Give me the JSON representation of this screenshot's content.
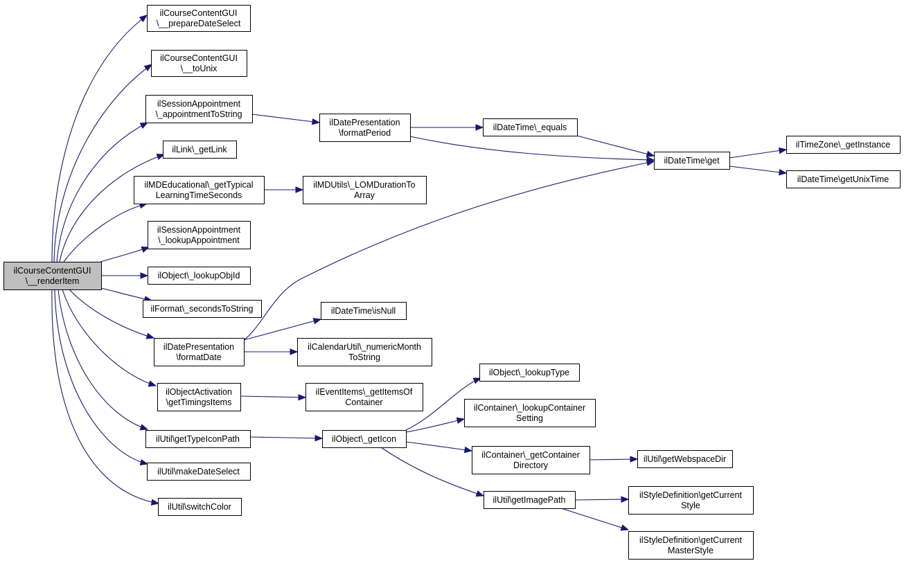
{
  "diagram": {
    "type": "call-graph",
    "colors": {
      "edge": "#191970",
      "root_fill": "#bfbfbf",
      "node_fill": "#ffffff",
      "border": "#000000"
    },
    "nodes": [
      {
        "id": "root",
        "lines": [
          "ilCourseContentGUI",
          "\\__renderItem"
        ],
        "root": true
      },
      {
        "id": "n1",
        "lines": [
          "ilCourseContentGUI",
          "\\__prepareDateSelect"
        ]
      },
      {
        "id": "n2",
        "lines": [
          "ilCourseContentGUI",
          "\\__toUnix"
        ]
      },
      {
        "id": "n3",
        "lines": [
          "ilSessionAppointment",
          "\\_appointmentToString"
        ]
      },
      {
        "id": "n4",
        "lines": [
          "ilLink\\_getLink"
        ]
      },
      {
        "id": "n5",
        "lines": [
          "ilMDEducational\\_getTypical",
          "LearningTimeSeconds"
        ]
      },
      {
        "id": "n6",
        "lines": [
          "ilSessionAppointment",
          "\\_lookupAppointment"
        ]
      },
      {
        "id": "n7",
        "lines": [
          "ilObject\\_lookupObjId"
        ]
      },
      {
        "id": "n8",
        "lines": [
          "ilFormat\\_secondsToString"
        ]
      },
      {
        "id": "n9",
        "lines": [
          "ilDatePresentation",
          "\\formatDate"
        ]
      },
      {
        "id": "n10",
        "lines": [
          "ilObjectActivation",
          "\\getTimingsItems"
        ]
      },
      {
        "id": "n11",
        "lines": [
          "ilUtil\\getTypeIconPath"
        ]
      },
      {
        "id": "n12",
        "lines": [
          "ilUtil\\makeDateSelect"
        ]
      },
      {
        "id": "n13",
        "lines": [
          "ilUtil\\switchColor"
        ]
      },
      {
        "id": "n14",
        "lines": [
          "ilDatePresentation",
          "\\formatPeriod"
        ]
      },
      {
        "id": "n15",
        "lines": [
          "ilMDUtils\\_LOMDurationTo",
          "Array"
        ]
      },
      {
        "id": "n16",
        "lines": [
          "ilDateTime\\isNull"
        ]
      },
      {
        "id": "n17",
        "lines": [
          "ilCalendarUtil\\_numericMonth",
          "ToString"
        ]
      },
      {
        "id": "n18",
        "lines": [
          "ilEventItems\\_getItemsOf",
          "Container"
        ]
      },
      {
        "id": "n19",
        "lines": [
          "ilObject\\_getIcon"
        ]
      },
      {
        "id": "n20",
        "lines": [
          "ilDateTime\\_equals"
        ]
      },
      {
        "id": "n21",
        "lines": [
          "ilDateTime\\get"
        ]
      },
      {
        "id": "n22",
        "lines": [
          "ilObject\\_lookupType"
        ]
      },
      {
        "id": "n23",
        "lines": [
          "ilContainer\\_lookupContainer",
          "Setting"
        ]
      },
      {
        "id": "n24",
        "lines": [
          "ilContainer\\_getContainer",
          "Directory"
        ]
      },
      {
        "id": "n25",
        "lines": [
          "ilUtil\\getImagePath"
        ]
      },
      {
        "id": "n26",
        "lines": [
          "ilTimeZone\\_getInstance"
        ]
      },
      {
        "id": "n27",
        "lines": [
          "ilDateTime\\getUnixTime"
        ]
      },
      {
        "id": "n28",
        "lines": [
          "ilUtil\\getWebspaceDir"
        ]
      },
      {
        "id": "n29",
        "lines": [
          "ilStyleDefinition\\getCurrent",
          "Style"
        ]
      },
      {
        "id": "n30",
        "lines": [
          "ilStyleDefinition\\getCurrent",
          "MasterStyle"
        ]
      }
    ],
    "edges": [
      {
        "from": "root",
        "to": "n1"
      },
      {
        "from": "root",
        "to": "n2"
      },
      {
        "from": "root",
        "to": "n3"
      },
      {
        "from": "root",
        "to": "n4"
      },
      {
        "from": "root",
        "to": "n5"
      },
      {
        "from": "root",
        "to": "n6"
      },
      {
        "from": "root",
        "to": "n7"
      },
      {
        "from": "root",
        "to": "n8"
      },
      {
        "from": "root",
        "to": "n9"
      },
      {
        "from": "root",
        "to": "n10"
      },
      {
        "from": "root",
        "to": "n11"
      },
      {
        "from": "root",
        "to": "n12"
      },
      {
        "from": "root",
        "to": "n13"
      },
      {
        "from": "n3",
        "to": "n14"
      },
      {
        "from": "n5",
        "to": "n15"
      },
      {
        "from": "n9",
        "to": "n21"
      },
      {
        "from": "n9",
        "to": "n16"
      },
      {
        "from": "n9",
        "to": "n17"
      },
      {
        "from": "n10",
        "to": "n18"
      },
      {
        "from": "n11",
        "to": "n19"
      },
      {
        "from": "n14",
        "to": "n20"
      },
      {
        "from": "n14",
        "to": "n21"
      },
      {
        "from": "n20",
        "to": "n21"
      },
      {
        "from": "n21",
        "to": "n26"
      },
      {
        "from": "n21",
        "to": "n27"
      },
      {
        "from": "n19",
        "to": "n22"
      },
      {
        "from": "n19",
        "to": "n23"
      },
      {
        "from": "n19",
        "to": "n24"
      },
      {
        "from": "n19",
        "to": "n25"
      },
      {
        "from": "n24",
        "to": "n28"
      },
      {
        "from": "n25",
        "to": "n29"
      },
      {
        "from": "n25",
        "to": "n30"
      }
    ]
  }
}
